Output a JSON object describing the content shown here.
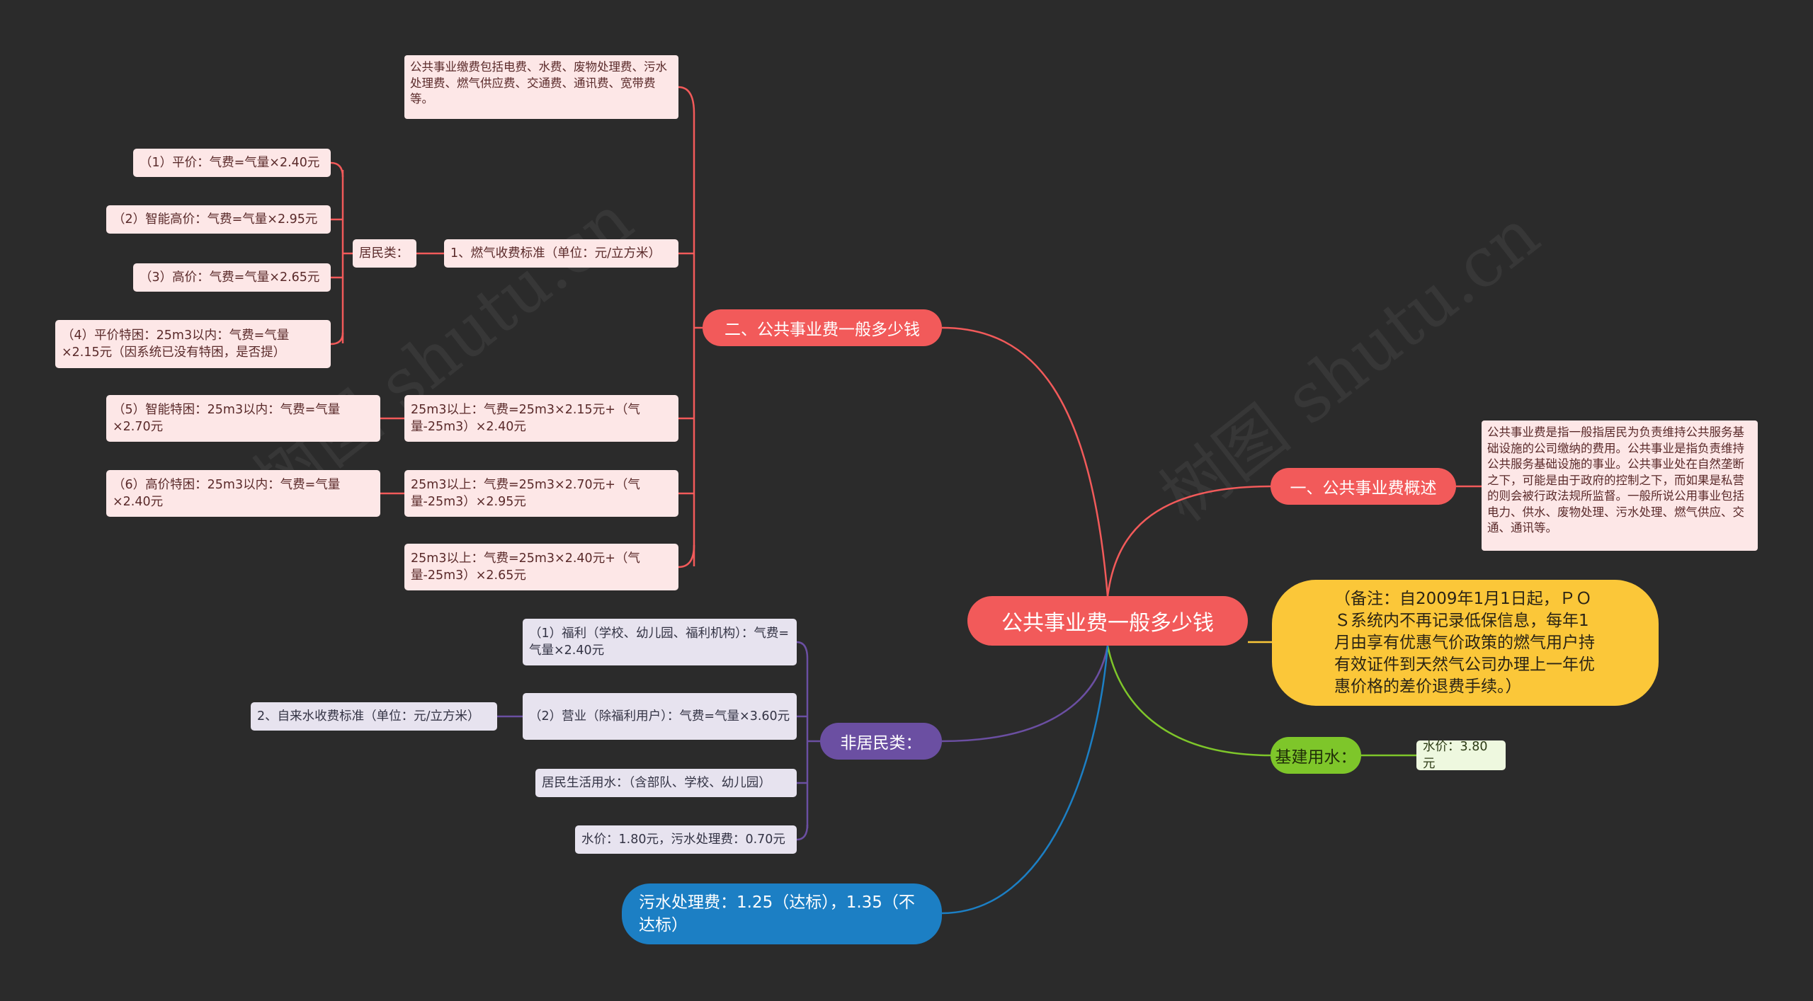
{
  "root": {
    "label": "公共事业费一般多少钱"
  },
  "branch_overview": {
    "label": "一、公共事业费概述",
    "note": "公共事业费是指一般指居民为负责维持公共服务基础设施的公司缴纳的费用。公共事业是指负责维持公共服务基础设施的事业。公共事业处在自然垄断之下，可能是由于政府的控制之下，而如果是私营的则会被行政法规所监督。一般所说公用事业包括电力、供水、废物处理、污水处理、燃气供应、交通、通讯等。"
  },
  "branch_how_much": {
    "label": "二、公共事业费一般多少钱",
    "intro": "公共事业缴费包括电费、水费、废物处理费、污水处理费、燃气供应费、交通费、通讯费、宽带费等。",
    "gas_standard": "1、燃气收费标准（单位：元/立方米）",
    "resident_label": "居民类：",
    "resident_items": [
      "（1）平价：气费=气量×2.40元",
      "（2）智能高价：气费=气量×2.95元",
      "（3）高价：气费=气量×2.65元",
      "（4）平价特困：25m3以内：气费=气量×2.15元（因系统已没有特困，是否提）"
    ],
    "over_items": [
      "25m3以上：气费=25m3×2.15元+（气量-25m3）×2.40元",
      "25m3以上：气费=25m3×2.70元+（气量-25m3）×2.95元",
      "25m3以上：气费=25m3×2.40元+（气量-25m3）×2.65元"
    ],
    "special_items": [
      "（5）智能特困：25m3以内：气费=气量×2.70元",
      "（6）高价特困：25m3以内：气费=气量×2.40元"
    ]
  },
  "branch_note": {
    "label": "（备注：自2009年1月1日起，ＰＯＳ系统内不再记录低保信息，每年1月由享有优惠气价政策的燃气用户持有效证件到天然气公司办理上一年优惠价格的差价退费手续。）"
  },
  "branch_construction": {
    "label": "基建用水：",
    "price": "水价：3.80元"
  },
  "branch_nonresident": {
    "label": "非居民类：",
    "items": [
      "（1）福利（学校、幼儿园、福利机构）：气费=气量×2.40元",
      "（2）营业（除福利用户）：气费=气量×3.60元",
      "居民生活用水：（含部队、学校、幼儿园）",
      "水价：1.80元，污水处理费：0.70元"
    ],
    "water_standard": "2、自来水收费标准（单位：元/立方米）"
  },
  "branch_sewage": {
    "label": "污水处理费：1.25（达标），1.35（不达标）"
  },
  "watermark": "树图 shutu.cn",
  "colors": {
    "background": "#2b2b2b",
    "red": "#f25a5a",
    "purple": "#6b4fa2",
    "green": "#7ec62a",
    "blue": "#1c7fc4",
    "yellow": "#fbc739"
  }
}
